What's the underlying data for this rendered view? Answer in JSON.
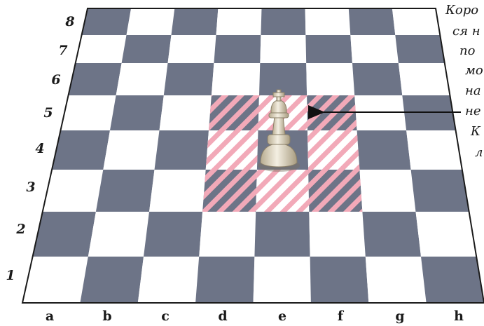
{
  "board": {
    "light_color": "#ffffff",
    "dark_color": "#6d7487",
    "highlight_color": "#f2a9b8",
    "ranks": [
      "1",
      "2",
      "3",
      "4",
      "5",
      "6",
      "7",
      "8"
    ],
    "files": [
      "a",
      "b",
      "c",
      "d",
      "e",
      "f",
      "g",
      "h"
    ],
    "king_square": "e4",
    "highlighted_squares": [
      "d3",
      "e3",
      "f3",
      "d4",
      "f4",
      "d5",
      "e5",
      "f5"
    ]
  },
  "piece": {
    "name": "white-king",
    "icon": "king-icon"
  },
  "caption": {
    "lines": [
      "Коро",
      "ся н",
      "по",
      "мо",
      "на",
      "не",
      "К",
      "л"
    ]
  }
}
